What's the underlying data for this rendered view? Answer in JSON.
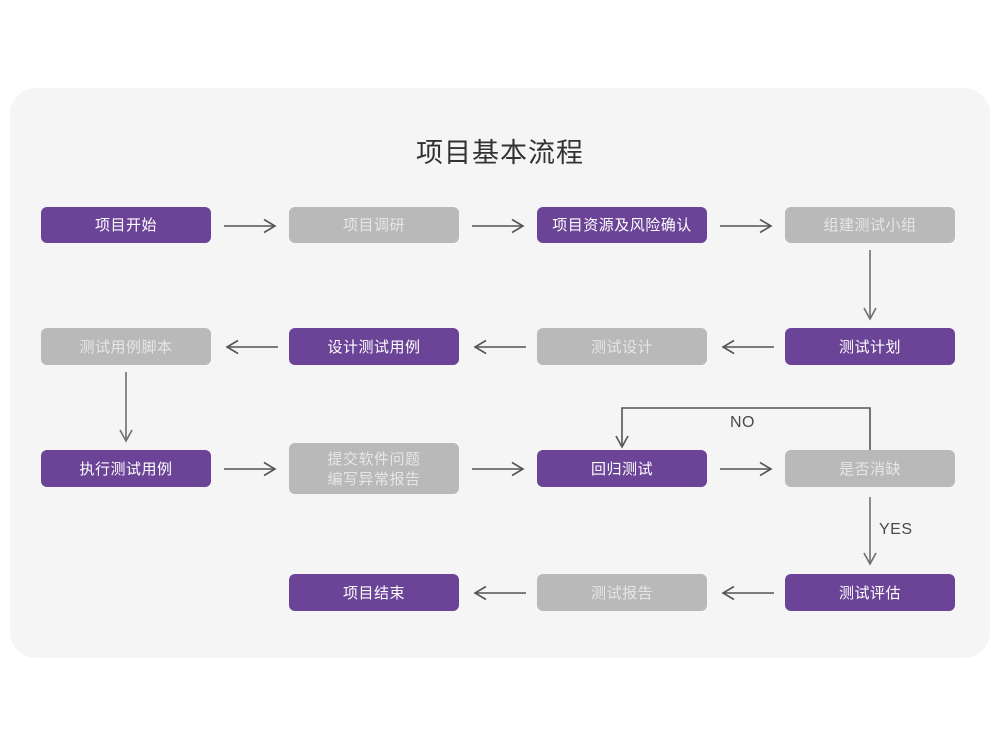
{
  "page": {
    "title": "项目基本流程",
    "background_color": "#ffffff",
    "card_color": "#f5f5f5"
  },
  "palette": {
    "purple": "#6b4397",
    "gray": "#b9b9b9",
    "gray_text": "#e6e6e6",
    "purple_text": "#ffffff",
    "arrow": "#555555",
    "title_text": "#333333"
  },
  "nodes": [
    {
      "id": "n1",
      "label": "项目开始",
      "style": "purple",
      "row": 1,
      "col": 1
    },
    {
      "id": "n2",
      "label": "项目调研",
      "style": "gray",
      "row": 1,
      "col": 2
    },
    {
      "id": "n3",
      "label": "项目资源及风险确认",
      "style": "purple",
      "row": 1,
      "col": 3
    },
    {
      "id": "n4",
      "label": "组建测试小组",
      "style": "gray",
      "row": 1,
      "col": 4
    },
    {
      "id": "n5",
      "label": "测试用例脚本",
      "style": "gray",
      "row": 2,
      "col": 1
    },
    {
      "id": "n6",
      "label": "设计测试用例",
      "style": "purple",
      "row": 2,
      "col": 2
    },
    {
      "id": "n7",
      "label": "测试设计",
      "style": "gray",
      "row": 2,
      "col": 3
    },
    {
      "id": "n8",
      "label": "测试计划",
      "style": "purple",
      "row": 2,
      "col": 4
    },
    {
      "id": "n9",
      "label": "执行测试用例",
      "style": "purple",
      "row": 3,
      "col": 1
    },
    {
      "id": "n10",
      "label": "提交软件问题\n编写异常报告",
      "style": "gray",
      "row": 3,
      "col": 2
    },
    {
      "id": "n11",
      "label": "回归测试",
      "style": "purple",
      "row": 3,
      "col": 3
    },
    {
      "id": "n12",
      "label": "是否消缺",
      "style": "gray",
      "row": 3,
      "col": 4
    },
    {
      "id": "n13",
      "label": "项目结束",
      "style": "purple",
      "row": 4,
      "col": 2
    },
    {
      "id": "n14",
      "label": "测试报告",
      "style": "gray",
      "row": 4,
      "col": 3
    },
    {
      "id": "n15",
      "label": "测试评估",
      "style": "purple",
      "row": 4,
      "col": 4
    }
  ],
  "edge_labels": {
    "no": "NO",
    "yes": "YES"
  },
  "edges": [
    {
      "from": "n1",
      "to": "n2",
      "dir": "right"
    },
    {
      "from": "n2",
      "to": "n3",
      "dir": "right"
    },
    {
      "from": "n3",
      "to": "n4",
      "dir": "right"
    },
    {
      "from": "n4",
      "to": "n8",
      "dir": "down"
    },
    {
      "from": "n8",
      "to": "n7",
      "dir": "left"
    },
    {
      "from": "n7",
      "to": "n6",
      "dir": "left"
    },
    {
      "from": "n6",
      "to": "n5",
      "dir": "left"
    },
    {
      "from": "n5",
      "to": "n9",
      "dir": "down"
    },
    {
      "from": "n9",
      "to": "n10",
      "dir": "right"
    },
    {
      "from": "n10",
      "to": "n11",
      "dir": "right"
    },
    {
      "from": "n11",
      "to": "n12",
      "dir": "right"
    },
    {
      "from": "n12",
      "to": "n11",
      "dir": "loop-up",
      "label": "NO"
    },
    {
      "from": "n12",
      "to": "n15",
      "dir": "down",
      "label": "YES"
    },
    {
      "from": "n15",
      "to": "n14",
      "dir": "left"
    },
    {
      "from": "n14",
      "to": "n13",
      "dir": "left"
    }
  ]
}
